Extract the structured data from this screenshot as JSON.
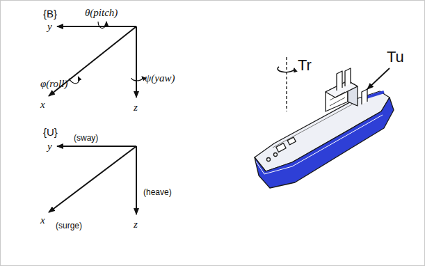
{
  "diagram": {
    "labels": [
      "{B}",
      "θ(pitch)",
      "y",
      "x",
      "φ(roll)",
      "ψ(yaw)",
      "z",
      "{U}",
      "(sway)",
      "y",
      "x",
      "(surge)",
      "z",
      "(heave)",
      "Tr",
      "Tu"
    ]
  }
}
